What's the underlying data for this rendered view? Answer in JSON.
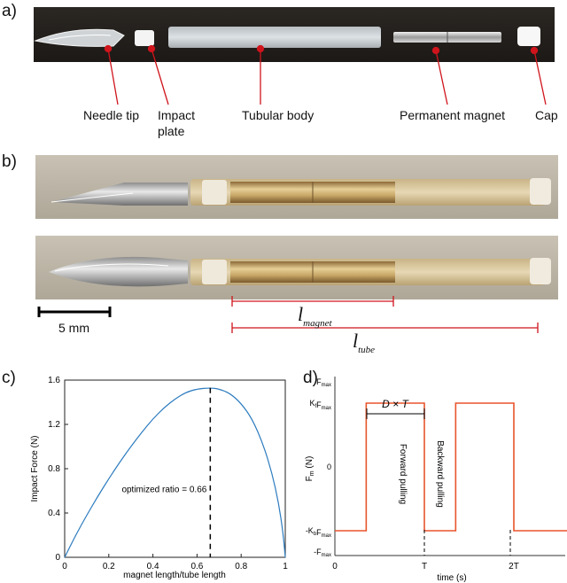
{
  "panels": {
    "a": "a)",
    "b": "b)",
    "c": "c)",
    "d": "d)"
  },
  "panel_a": {
    "labels": {
      "needle_tip": "Needle tip",
      "impact_plate_line1": "Impact",
      "impact_plate_line2": "plate",
      "tubular_body": "Tubular body",
      "permanent_magnet": "Permanent magnet",
      "cap": "Cap"
    },
    "callout_color": "#d0141c"
  },
  "panel_b": {
    "scale_bar": "5 mm",
    "l_magnet": "l",
    "l_magnet_sub": "magnet",
    "l_tube": "l",
    "l_tube_sub": "tube"
  },
  "chart_data": [
    {
      "type": "line",
      "panel": "c",
      "xlabel": "magnet length/tube length",
      "ylabel": "Impact Force (N)",
      "xlim": [
        0,
        1
      ],
      "ylim": [
        0,
        1.6
      ],
      "xticks": [
        "0",
        "0.2",
        "0.4",
        "0.6",
        "0.8",
        "1"
      ],
      "yticks": [
        "0",
        "0.4",
        "0.8",
        "1.2",
        "1.6"
      ],
      "series": [
        {
          "x": [
            0,
            0.05,
            0.1,
            0.15,
            0.2,
            0.25,
            0.3,
            0.35,
            0.4,
            0.45,
            0.5,
            0.55,
            0.6,
            0.66,
            0.7,
            0.75,
            0.8,
            0.85,
            0.9,
            0.94,
            0.97,
            0.99,
            1.0
          ],
          "y": [
            0,
            0.2,
            0.38,
            0.55,
            0.71,
            0.86,
            1.0,
            1.13,
            1.25,
            1.35,
            1.43,
            1.49,
            1.52,
            1.53,
            1.52,
            1.48,
            1.39,
            1.25,
            1.02,
            0.76,
            0.49,
            0.22,
            0
          ],
          "color": "#2c7bbf"
        }
      ],
      "annotation": {
        "text": "optimized ratio = 0.66",
        "x": 0.66
      }
    },
    {
      "type": "line",
      "panel": "d",
      "xlabel": "time (s)",
      "ylabel_main": "F",
      "ylabel_sub": "m",
      "ylabel_unit": " (N)",
      "xticks": [
        "0",
        "T",
        "2T"
      ],
      "yticks": [
        {
          "main": "F",
          "sub": "max",
          "prefix": "",
          "value": 1.0
        },
        {
          "main": "K",
          "sub": "f",
          "prefix": "",
          "tail": "F",
          "tail_sub": "max",
          "value": 0.75
        },
        {
          "main": "0",
          "sub": "",
          "prefix": "",
          "value": 0.0
        },
        {
          "main": "K",
          "sub": "b",
          "prefix": "-",
          "tail": "F",
          "tail_sub": "max",
          "value": -0.75
        },
        {
          "main": "F",
          "sub": "max",
          "prefix": "-",
          "value": -1.0
        }
      ],
      "duty_label": "D × T",
      "forward_label": "Forward pulling",
      "backward_label": "Backward pulling",
      "color": "#e8542b",
      "waveform_t": [
        0,
        0.35,
        0.35,
        1.0,
        1.0,
        1.35,
        1.35,
        2.0,
        2.0,
        2.6
      ],
      "waveform_v": [
        -0.75,
        -0.75,
        0.75,
        0.75,
        -0.75,
        -0.75,
        0.75,
        0.75,
        -0.75,
        -0.75
      ]
    }
  ]
}
